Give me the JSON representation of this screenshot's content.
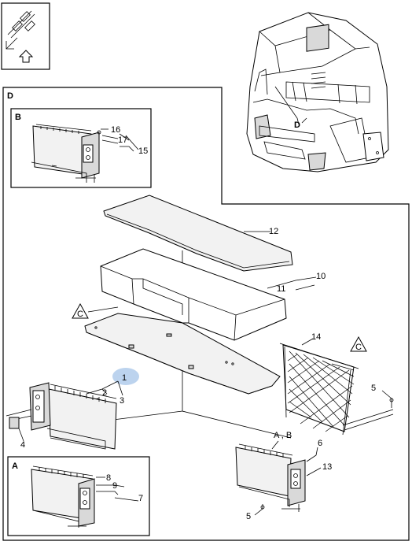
{
  "colors": {
    "highlight": "#bcd3ee",
    "line": "#000000",
    "fill": "#f2f2f2"
  },
  "views": {
    "main": "D",
    "detail_b": "B",
    "detail_a": "A",
    "cab_pointer": "D"
  },
  "callouts": {
    "c1": "1",
    "c2": "2",
    "c3": "3",
    "c4": "4",
    "c5a": "5",
    "c5b": "5",
    "c6": "6",
    "c7": "7",
    "c8": "8",
    "c9": "9",
    "c10": "10",
    "c11": "11",
    "c12": "12",
    "c13": "13",
    "c14": "14",
    "c15": "15",
    "c16": "16",
    "c17": "17",
    "ab": "A , B"
  },
  "markers": {
    "c_left": "C",
    "c_right": "C"
  },
  "icons": {
    "orientation": "arrow-up-icon",
    "location": "grid-position-icon"
  }
}
